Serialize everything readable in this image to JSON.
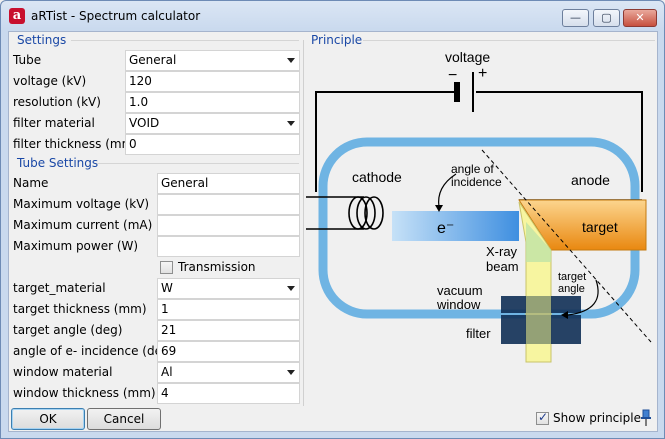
{
  "window": {
    "app_icon_letter": "a",
    "title": "aRTist - Spectrum calculator",
    "minimize_glyph": "—",
    "maximize_glyph": "▢",
    "close_glyph": "✕"
  },
  "settings": {
    "group_title": "Settings",
    "tube_label": "Tube",
    "tube_value": "General",
    "voltage_label": "voltage (kV)",
    "voltage_value": "120",
    "resolution_label": "resolution (kV)",
    "resolution_value": "1.0",
    "filter_material_label": "filter material",
    "filter_material_value": "VOID",
    "filter_thickness_label": "filter thickness (mm)",
    "filter_thickness_value": "0"
  },
  "tube_settings": {
    "group_title": "Tube Settings",
    "name_label": "Name",
    "name_value": "General",
    "max_voltage_label": "Maximum voltage (kV)",
    "max_voltage_value": "",
    "max_current_label": "Maximum current (mA)",
    "max_current_value": "",
    "max_power_label": "Maximum power (W)",
    "max_power_value": "",
    "transmission_label": "Transmission",
    "transmission_checked": false,
    "target_material_label": "target_material",
    "target_material_value": "W",
    "target_thickness_label": "target thickness (mm)",
    "target_thickness_value": "1",
    "target_angle_label": "target angle (deg)",
    "target_angle_value": "21",
    "incidence_label": "angle of e- incidence (deg)",
    "incidence_value": "69",
    "window_material_label": "window material",
    "window_material_value": "Al",
    "window_thickness_label": "window thickness (mm)",
    "window_thickness_value": "4"
  },
  "principle": {
    "group_title": "Principle",
    "voltage": "voltage",
    "minus": "−",
    "plus": "+",
    "cathode": "cathode",
    "anode": "anode",
    "angle_of": "angle of",
    "incidence": "incidence",
    "electron": "e⁻",
    "target": "target",
    "xray": "X-ray",
    "beam": "beam",
    "target_angle_1": "target",
    "target_angle_2": "angle",
    "vacuum": "vacuum",
    "window": "window",
    "filter": "filter"
  },
  "footer": {
    "ok_label": "OK",
    "cancel_label": "Cancel",
    "show_principle_label": "Show principle",
    "show_principle_checked": true
  },
  "colors": {
    "accent_blue": "#1a48a6",
    "tube_blue": "#6fb4e3",
    "target_orange": "#f39a1a",
    "beam_yellow": "#f7f5a0",
    "filter_navy": "#0f2f55"
  }
}
